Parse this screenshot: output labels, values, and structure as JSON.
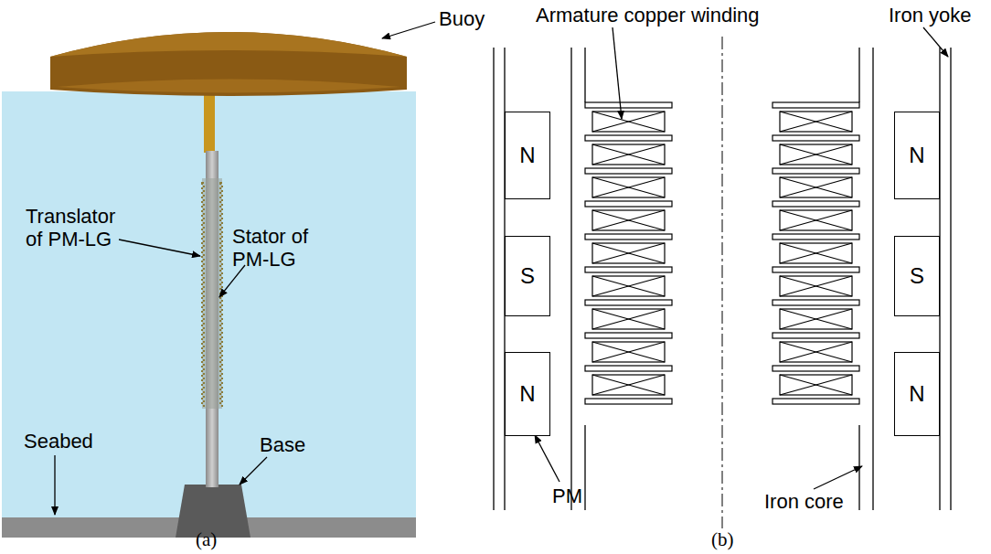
{
  "diagram": {
    "nodes": [
      {
        "text": [
          "N"
        ]
      },
      {
        "text": [
          "S"
        ]
      },
      {
        "text": [
          "N"
        ]
      },
      {
        "text": [
          "N"
        ]
      },
      {
        "text": [
          "S"
        ]
      },
      {
        "text": [
          "N"
        ]
      }
    ],
    "labels": [
      "Buoy",
      "Translator of PM-LG",
      "Stator of PM-LG",
      "Seabed",
      "Base",
      "(a)",
      "Armature copper winding",
      "Iron yoke",
      "PM",
      "Iron core",
      "(b)"
    ]
  }
}
